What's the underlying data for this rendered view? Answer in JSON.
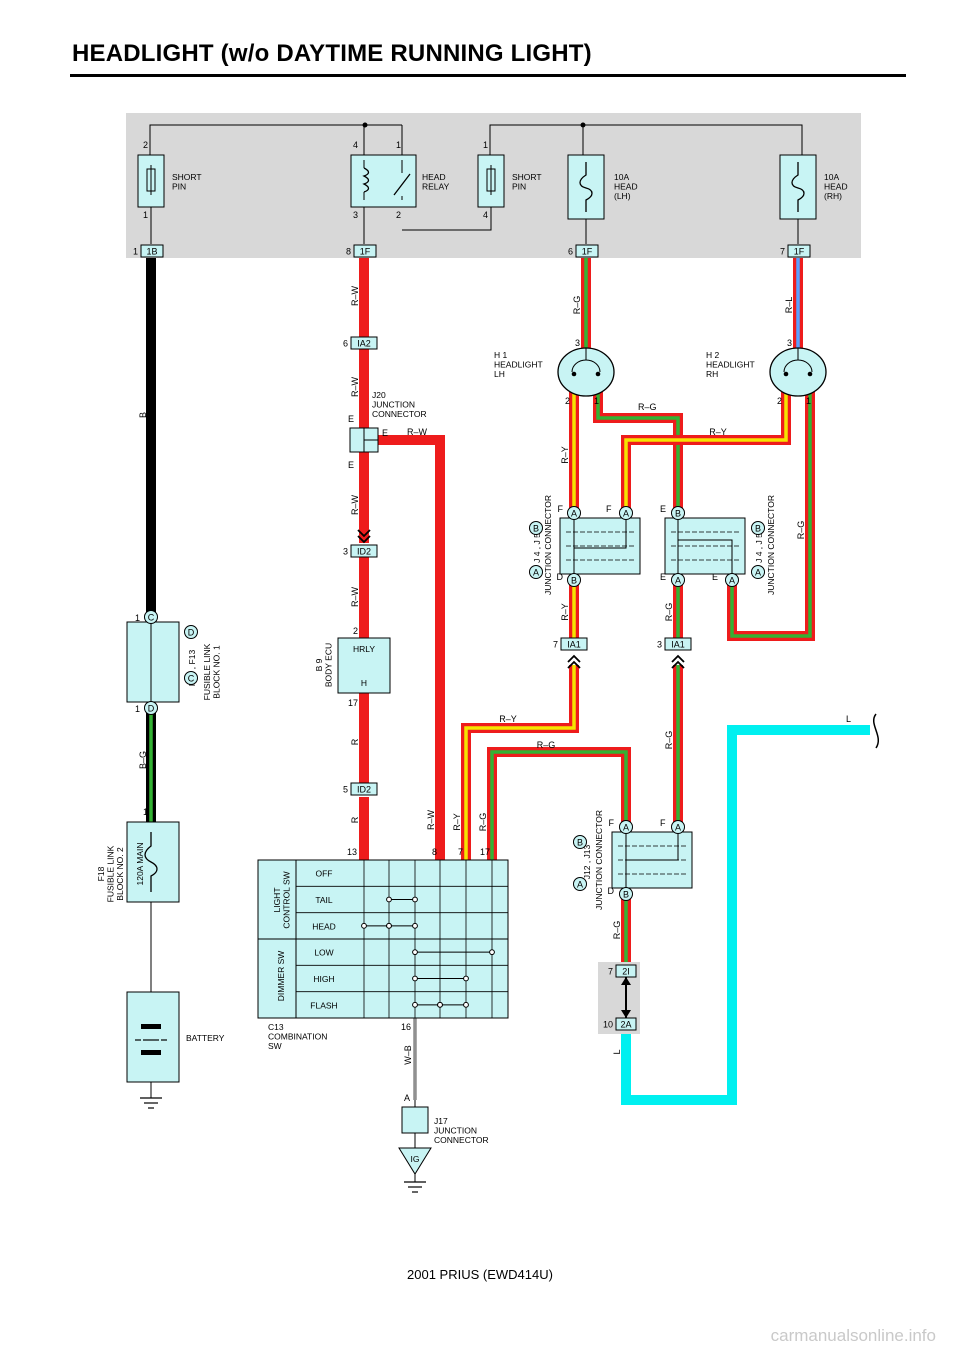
{
  "title": "HEADLIGHT (w/o DAYTIME RUNNING LIGHT)",
  "footer": "2001 PRIUS (EWD414U)",
  "watermark": "carmanualsonline.info",
  "colors": {
    "red": "#ee1c1c",
    "yellow": "#f5e400",
    "green": "#33b233",
    "cyan": "#00f0f0",
    "blue": "#5aa0ff",
    "panel_gray": "#d8d8d8",
    "component_fill": "#c8f4f4",
    "black": "#000000"
  },
  "fuse_box": {
    "short_pin_1": {
      "name": "SHORT\nPIN",
      "pin_top": "2",
      "pin_bot": "1",
      "conn_pin": "1",
      "conn": "1B"
    },
    "head_relay": {
      "name": "HEAD\nRELAY",
      "pin_tl": "4",
      "pin_tr": "1",
      "pin_bl": "3",
      "pin_br": "2",
      "conn_pin": "8",
      "conn": "1F"
    },
    "short_pin_2": {
      "name": "SHORT\nPIN",
      "pin_top": "1",
      "pin_bot": "4"
    },
    "fuse_lh": {
      "name": "10A\nHEAD\n(LH)",
      "conn_pin": "6",
      "conn": "1F"
    },
    "fuse_rh": {
      "name": "10A\nHEAD\n(RH)",
      "conn_pin": "7",
      "conn": "1F"
    }
  },
  "wires": {
    "b": "B",
    "rw": "R–W",
    "rg": "R–G",
    "rl": "R–L",
    "ry": "R–Y",
    "bg": "B–G",
    "r": "R",
    "wb": "W–B",
    "l": "L"
  },
  "connectors": {
    "ia2": {
      "pin": "6",
      "name": "IA2"
    },
    "id2_top": {
      "pin": "3",
      "name": "ID2"
    },
    "id2_bot": {
      "pin": "5",
      "name": "ID2"
    },
    "ia1_left": {
      "pin": "7",
      "name": "IA1"
    },
    "ia1_right": {
      "pin": "3",
      "name": "IA1"
    },
    "c2i": {
      "pin": "7",
      "name": "2I"
    },
    "c2a": {
      "pin": "10",
      "name": "2A"
    }
  },
  "j20": {
    "name": "J20\nJUNCTION\nCONNECTOR",
    "pin_e": "E"
  },
  "headlight_lh": {
    "name": "H 1\nHEADLIGHT\nLH",
    "pin3": "3",
    "pin2": "2",
    "pin1": "1"
  },
  "headlight_rh": {
    "name": "H 2\nHEADLIGHT\nRH",
    "pin3": "3",
    "pin2": "2",
    "pin1": "1"
  },
  "jc_left": {
    "name": "JUNCTION CONNECTOR",
    "codes": "J 4 , J 5",
    "a": "A",
    "b": "B",
    "f": "F",
    "d": "D"
  },
  "jc_right": {
    "name": "JUNCTION CONNECTOR",
    "codes": "J 4 , J 5",
    "a": "A",
    "b": "B",
    "e": "E"
  },
  "jc_bottom": {
    "name": "JUNCTION CONNECTOR",
    "codes": "J12 , J13",
    "a": "A",
    "b": "B",
    "f": "F",
    "d": "D"
  },
  "fusible_link_1": {
    "name": "FUSIBLE LINK\nBLOCK NO. 1",
    "codes": "F12 , F13",
    "c": "C",
    "d": "D",
    "pin1": "1"
  },
  "fusible_link_2": {
    "name": "F18\nFUSIBLE LINK\nBLOCK NO. 2",
    "rating": "120A MAIN",
    "pin1": "1"
  },
  "battery": {
    "name": "BATTERY"
  },
  "body_ecu": {
    "name": "B 9\nBODY ECU",
    "terminal_top": "HRLY",
    "terminal_bot": "H",
    "pin_top": "2",
    "pin_bot": "17"
  },
  "combination_sw": {
    "name": "C13\nCOMBINATION\nSW",
    "light_group": "LIGHT\nCONTROL SW",
    "dimmer_group": "DIMMER SW",
    "rows": [
      "OFF",
      "TAIL",
      "HEAD",
      "LOW",
      "HIGH",
      "FLASH"
    ],
    "pins": [
      "13",
      "8",
      "7",
      "17",
      "16"
    ]
  },
  "j17": {
    "name": "J17\nJUNCTION\nCONNECTOR",
    "pin": "A",
    "ground": "IG"
  }
}
